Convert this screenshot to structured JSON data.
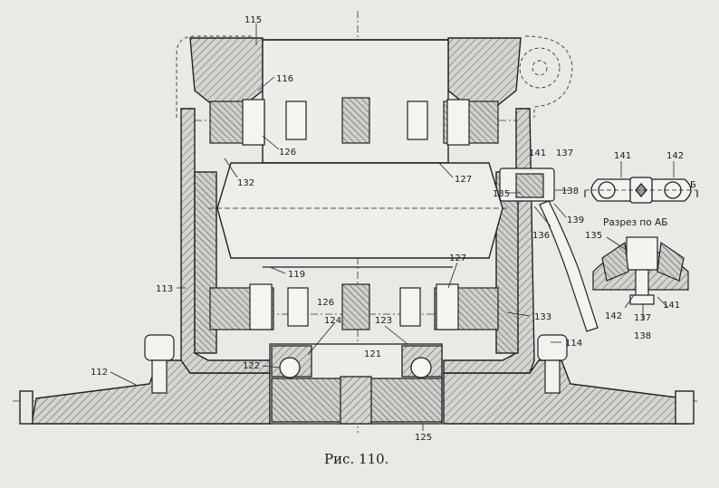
{
  "caption": "Рис. 110.",
  "section_title": "Разрез по АБ",
  "labels": {
    "l115": "115",
    "l116": "116",
    "l126a": "126",
    "l132": "132",
    "l127a": "127",
    "l141a": "141",
    "l137a": "137",
    "l135a": "135",
    "l138a": "138",
    "l136": "136",
    "l139": "139",
    "l119": "119",
    "l113": "113",
    "l126b": "126",
    "l127b": "127",
    "l133": "133",
    "l124": "124",
    "l123": "123",
    "l121": "121",
    "l122": "122",
    "l114": "114",
    "l112": "112",
    "l125": "125",
    "l141b": "141",
    "l142a": "142",
    "lB": "Б",
    "l135b": "135",
    "l142b": "142",
    "l137b": "137",
    "l141c": "141",
    "l138b": "138"
  }
}
